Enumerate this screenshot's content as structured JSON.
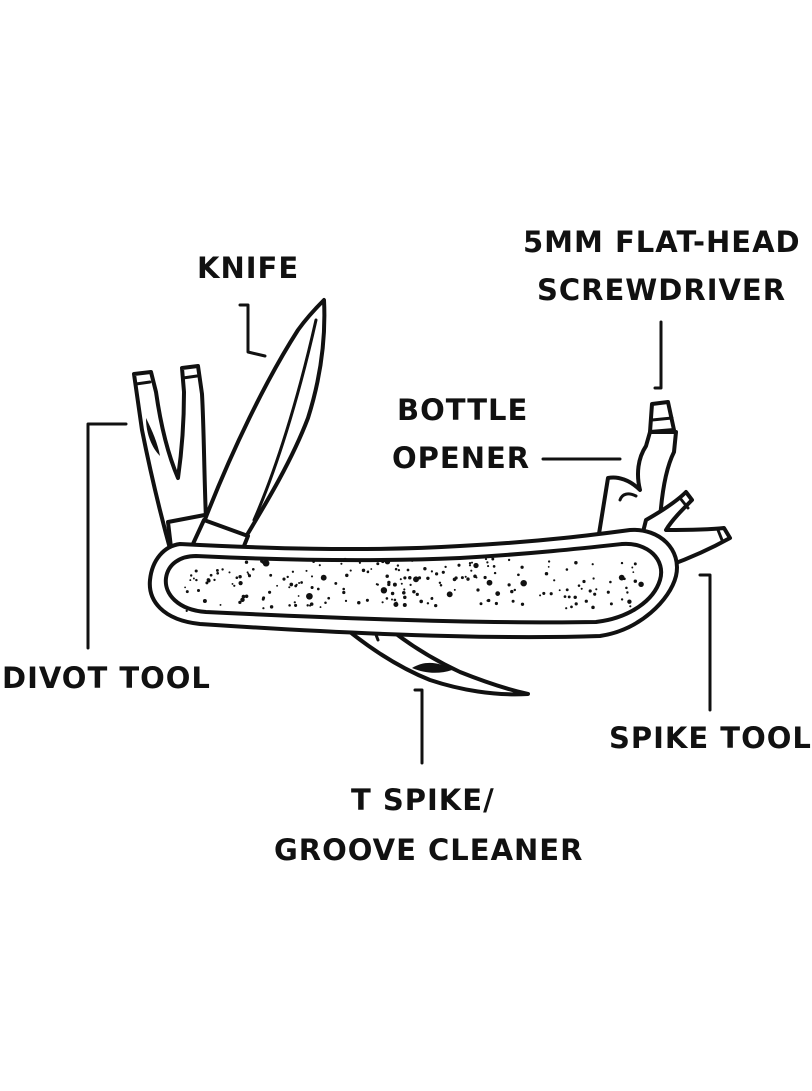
{
  "labels": {
    "screwdriver_line1": "5MM FLAT-HEAD",
    "screwdriver_line2": "SCREWDRIVER",
    "knife": "KNIFE",
    "bottle_line1": "BOTTLE",
    "bottle_line2": "OPENER",
    "divot": "DIVOT TOOL",
    "spike_tool": "SPIKE TOOL",
    "tspike_line1": "T SPIKE/",
    "tspike_line2": "GROOVE CLEANER"
  },
  "colors": {
    "ink": "#111111",
    "background": "#ffffff"
  }
}
